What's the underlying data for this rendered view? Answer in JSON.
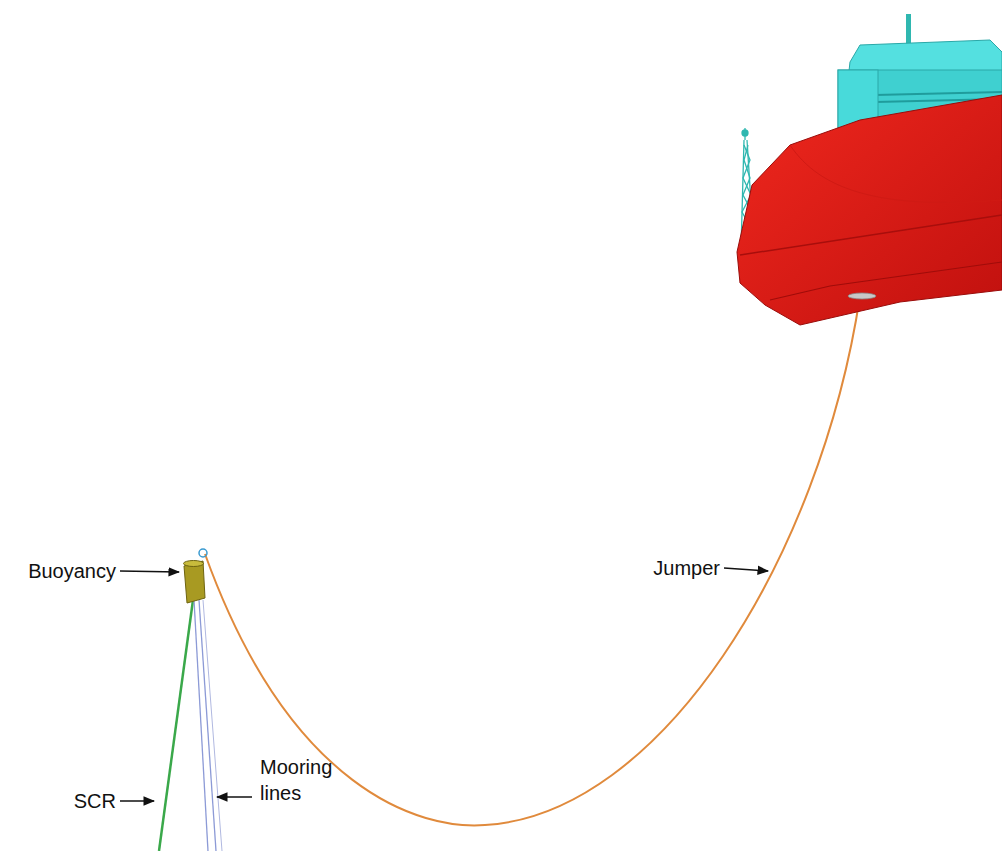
{
  "diagram": {
    "labels": [
      "Buoyancy",
      "Jumper",
      "SCR",
      "Mooring lines"
    ]
  }
}
